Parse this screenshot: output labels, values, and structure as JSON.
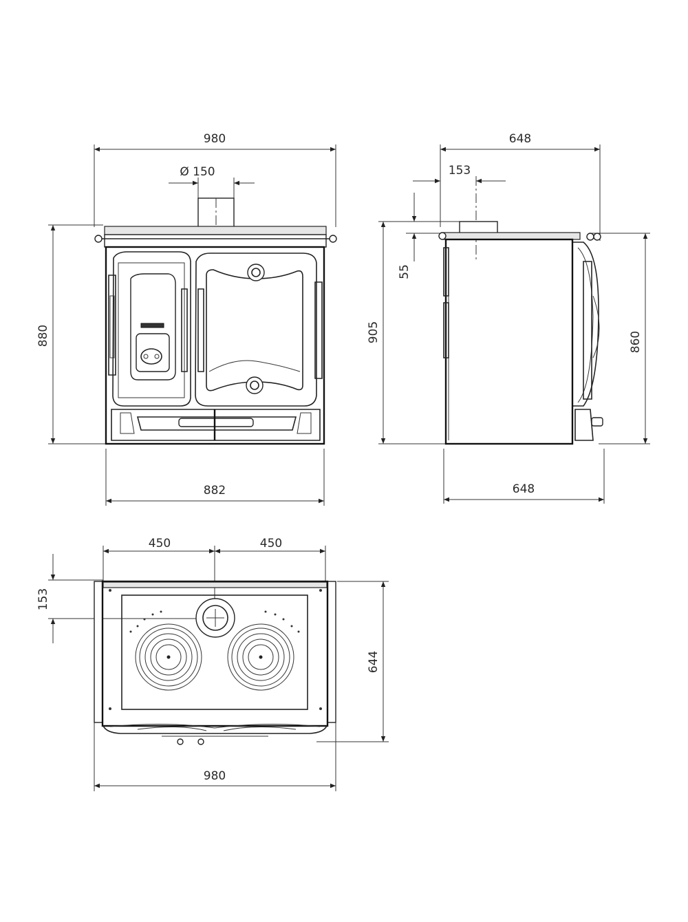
{
  "front_view": {
    "top_width": "980",
    "flue_diameter": "Ø 150",
    "total_height": "880",
    "base_width": "882"
  },
  "side_view": {
    "depth_top": "648",
    "flue_offset": "153",
    "flue_height": "55",
    "total_height": "905",
    "body_height": "860",
    "depth_bottom": "648"
  },
  "top_view": {
    "left_half": "450",
    "right_half": "450",
    "flue_offset": "153",
    "depth": "644",
    "width": "980"
  },
  "colors": {
    "line": "#222222",
    "background": "#ffffff"
  }
}
